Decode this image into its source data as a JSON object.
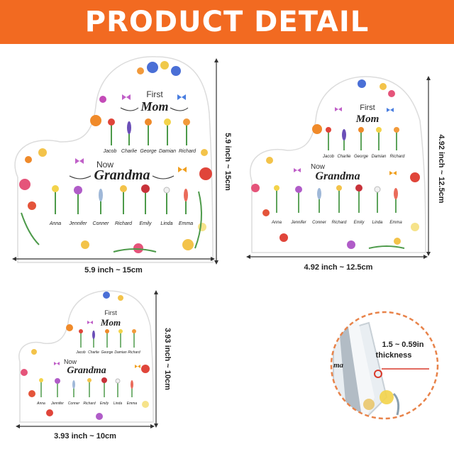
{
  "banner": {
    "title": "PRODUCT DETAIL"
  },
  "plaque": {
    "first_label": "First",
    "mom_label": "Mom",
    "now_label": "Now",
    "grandma_label": "Grandma",
    "children": [
      "Jacob",
      "Charlie",
      "George",
      "Damian",
      "Richard"
    ],
    "grandchildren": [
      "Anna",
      "Jennifer",
      "Conner",
      "Richard",
      "Emily",
      "Linda",
      "Emma"
    ]
  },
  "dimensions": {
    "large": {
      "width": "5.9 inch ~ 15cm",
      "height": "5.9 inch ~ 15cm"
    },
    "medium": {
      "width": "4.92 inch ~ 12.5cm",
      "height": "4.92 inch ~ 12.5cm"
    },
    "small": {
      "width": "3.93 inch ~ 10cm",
      "height": "3.93 inch ~ 10cm"
    }
  },
  "thickness": {
    "line1": "1.5 ~ 0.59in",
    "line2": "thickness"
  },
  "colors": {
    "brand_orange": "#f26a21",
    "dimension_line": "#333333",
    "zoom_circle_border": "#e8834a",
    "marker_red": "#d93a2b"
  }
}
